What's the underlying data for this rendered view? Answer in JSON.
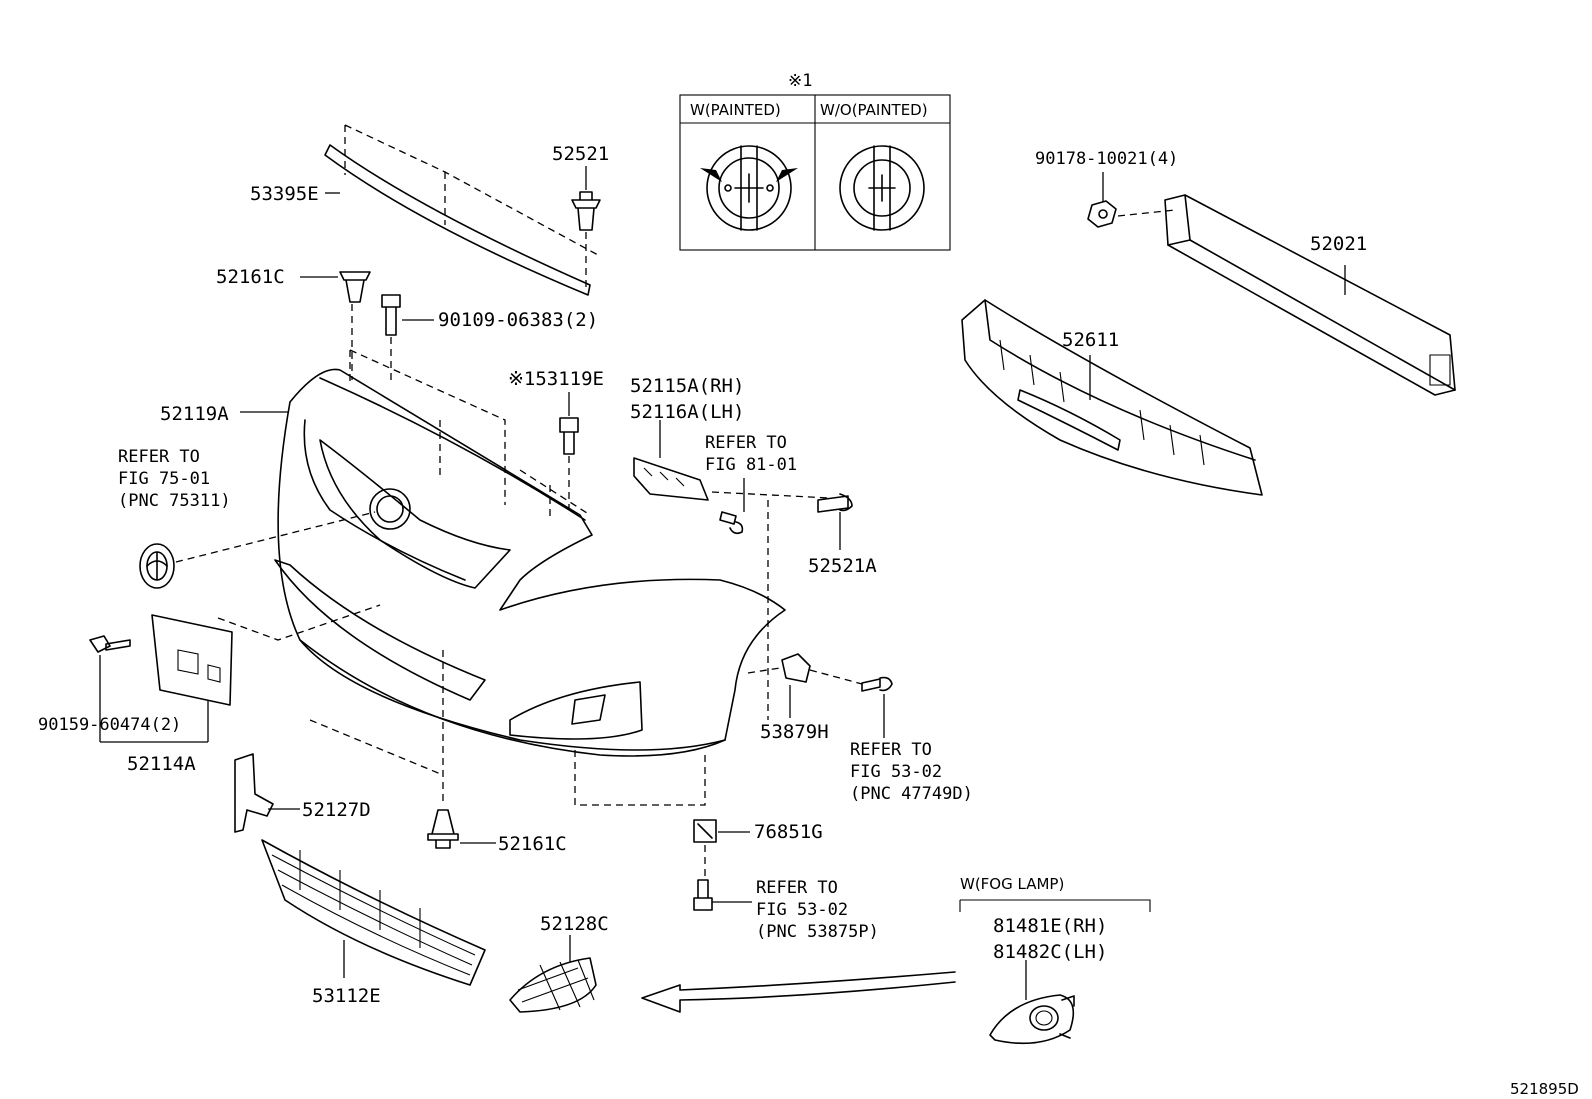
{
  "diagram_id": "521895D",
  "inset": {
    "marker": "※1",
    "col_painted": "W(PAINTED)",
    "col_unpainted": "W/O(PAINTED)"
  },
  "fog_lamp_group": "W(FOG LAMP)",
  "parts": {
    "p53395E": "53395E",
    "p52521": "52521",
    "p52161C_top": "52161C",
    "p90109": "90109-06383(2)",
    "p53119E": "※153119E",
    "p52119A": "52119A",
    "p52115A": "52115A(RH)",
    "p52116A": "52116A(LH)",
    "p90178": "90178-10021(4)",
    "p52021": "52021",
    "p52611": "52611",
    "p52521A": "52521A",
    "p90159": "90159-60474(2)",
    "p52114A": "52114A",
    "p53879H": "53879H",
    "p52127D": "52127D",
    "p52161C_bottom": "52161C",
    "p76851G": "76851G",
    "p52128C": "52128C",
    "p53112E": "53112E",
    "p81481E": "81481E(RH)",
    "p81482C": "81482C(LH)"
  },
  "refers": {
    "emblem": [
      "REFER TO",
      "FIG 75-01",
      "(PNC 75311)"
    ],
    "bracket": [
      "REFER TO",
      "FIG 81-01"
    ],
    "fog_screw": [
      "REFER TO",
      "FIG 53-02",
      "(PNC 47749D)"
    ],
    "bottom_screw": [
      "REFER TO",
      "FIG 53-02",
      "(PNC 53875P)"
    ]
  }
}
